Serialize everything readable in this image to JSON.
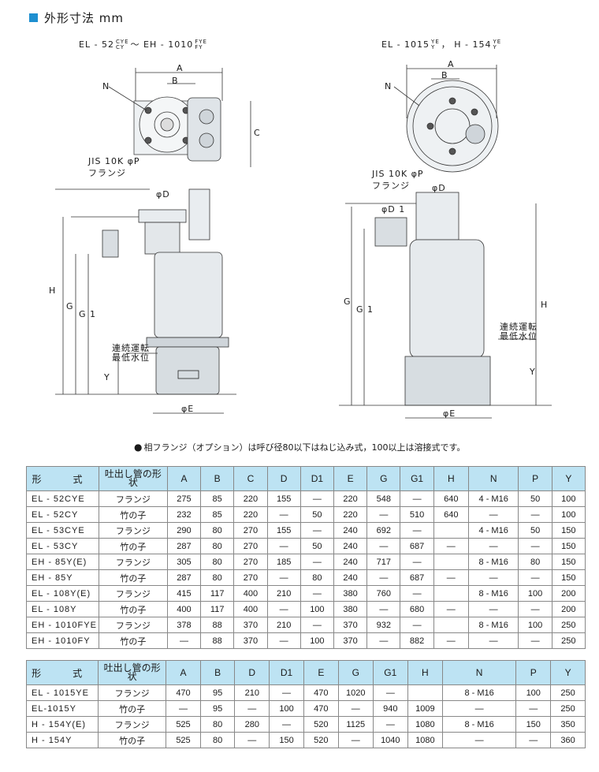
{
  "page_title": "外形寸法 mm",
  "drawing_left": {
    "label": "EL-52CYE～EH-1010FYE",
    "parts": [
      "EL - 52",
      "CYE",
      "CY",
      "～ EH - 1010",
      "FYE",
      "FY"
    ]
  },
  "drawing_right": {
    "label": "EL-1015YE, H-154YE",
    "parts": [
      "EL - 1015",
      "YE",
      "Y",
      "，  H - 154",
      "YE",
      "Y"
    ]
  },
  "callouts": {
    "A": "A",
    "B": "B",
    "C": "C",
    "N": "N",
    "D": "φD",
    "D1": "φD 1",
    "E": "φE",
    "H": "H",
    "G": "G",
    "G1": "G 1",
    "Y": "Y",
    "jis": "JIS 10K φP",
    "flange": "フランジ",
    "level_line1": "連続運転",
    "level_line2": "最低水位"
  },
  "note": "相フランジ（オプション）は呼び径80以下はねじ込み式，100以上は溶接式です。",
  "table1": {
    "headers": [
      "形　式",
      "吐出し管の形　状",
      "A",
      "B",
      "C",
      "D",
      "D1",
      "E",
      "G",
      "G1",
      "H",
      "N",
      "P",
      "Y"
    ],
    "rows": [
      [
        "EL - 52CYE",
        "フランジ",
        "275",
        "85",
        "220",
        "155",
        "—",
        "220",
        "548",
        "—",
        "640",
        "4 - M16",
        "50",
        "100"
      ],
      [
        "EL - 52CY",
        "竹の子",
        "232",
        "85",
        "220",
        "—",
        "50",
        "220",
        "—",
        "510",
        "640",
        "—",
        "—",
        "100"
      ],
      [
        "EL - 53CYE",
        "フランジ",
        "290",
        "80",
        "270",
        "155",
        "—",
        "240",
        "692",
        "—",
        "",
        "4 - M16",
        "50",
        "150"
      ],
      [
        "EL - 53CY",
        "竹の子",
        "287",
        "80",
        "270",
        "—",
        "50",
        "240",
        "—",
        "687",
        "—",
        "—",
        "—",
        "150"
      ],
      [
        "EH - 85Y(E)",
        "フランジ",
        "305",
        "80",
        "270",
        "185",
        "—",
        "240",
        "717",
        "—",
        "",
        "8 - M16",
        "80",
        "150"
      ],
      [
        "EH - 85Y",
        "竹の子",
        "287",
        "80",
        "270",
        "—",
        "80",
        "240",
        "—",
        "687",
        "—",
        "—",
        "—",
        "150"
      ],
      [
        "EL - 108Y(E)",
        "フランジ",
        "415",
        "117",
        "400",
        "210",
        "—",
        "380",
        "760",
        "—",
        "",
        "8 - M16",
        "100",
        "200"
      ],
      [
        "EL - 108Y",
        "竹の子",
        "400",
        "117",
        "400",
        "—",
        "100",
        "380",
        "—",
        "680",
        "—",
        "—",
        "—",
        "200"
      ],
      [
        "EH - 1010FYE",
        "フランジ",
        "378",
        "88",
        "370",
        "210",
        "—",
        "370",
        "932",
        "—",
        "",
        "8 - M16",
        "100",
        "250"
      ],
      [
        "EH - 1010FY",
        "竹の子",
        "—",
        "88",
        "370",
        "—",
        "100",
        "370",
        "—",
        "882",
        "—",
        "—",
        "—",
        "250"
      ]
    ]
  },
  "table2": {
    "headers": [
      "形　式",
      "吐出し管の形　状",
      "A",
      "B",
      "D",
      "D1",
      "E",
      "G",
      "G1",
      "H",
      "N",
      "P",
      "Y"
    ],
    "rows": [
      [
        "EL - 1015YE",
        "フランジ",
        "470",
        "95",
        "210",
        "—",
        "470",
        "1020",
        "—",
        "",
        "8 - M16",
        "100",
        "250"
      ],
      [
        "EL-1015Y",
        "竹の子",
        "—",
        "95",
        "—",
        "100",
        "470",
        "—",
        "940",
        "1009",
        "—",
        "—",
        "250"
      ],
      [
        "H - 154Y(E)",
        "フランジ",
        "525",
        "80",
        "280",
        "—",
        "520",
        "1125",
        "—",
        "1080",
        "8 - M16",
        "150",
        "350"
      ],
      [
        "H - 154Y",
        "竹の子",
        "525",
        "80",
        "—",
        "150",
        "520",
        "—",
        "1040",
        "1080",
        "—",
        "—",
        "360"
      ]
    ]
  }
}
